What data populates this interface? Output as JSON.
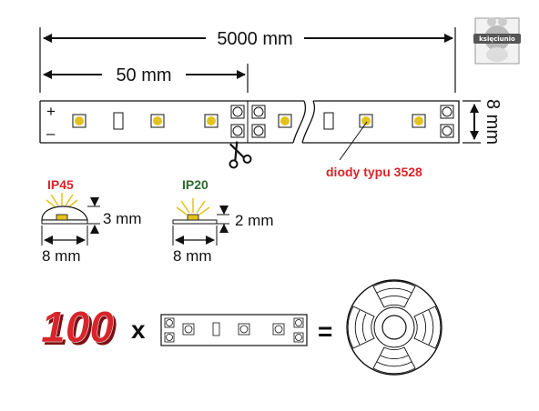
{
  "dimensions": {
    "total_length": "5000 mm",
    "segment_length": "50 mm",
    "strip_width": "8 mm"
  },
  "strip": {
    "plus": "+",
    "minus": "–"
  },
  "diode_label": "diody typu 3528",
  "profiles": [
    {
      "rating": "IP45",
      "height": "3 mm",
      "width": "8 mm"
    },
    {
      "rating": "IP20",
      "height": "2 mm",
      "width": "8 mm"
    }
  ],
  "equation": {
    "count": "100",
    "times": "x",
    "equals": "="
  },
  "watermark": "księciunio",
  "colors": {
    "red": "#d7262b",
    "led_yellow": "#e3c21e",
    "ip20_green": "#2c6b2a",
    "line": "#111111"
  }
}
